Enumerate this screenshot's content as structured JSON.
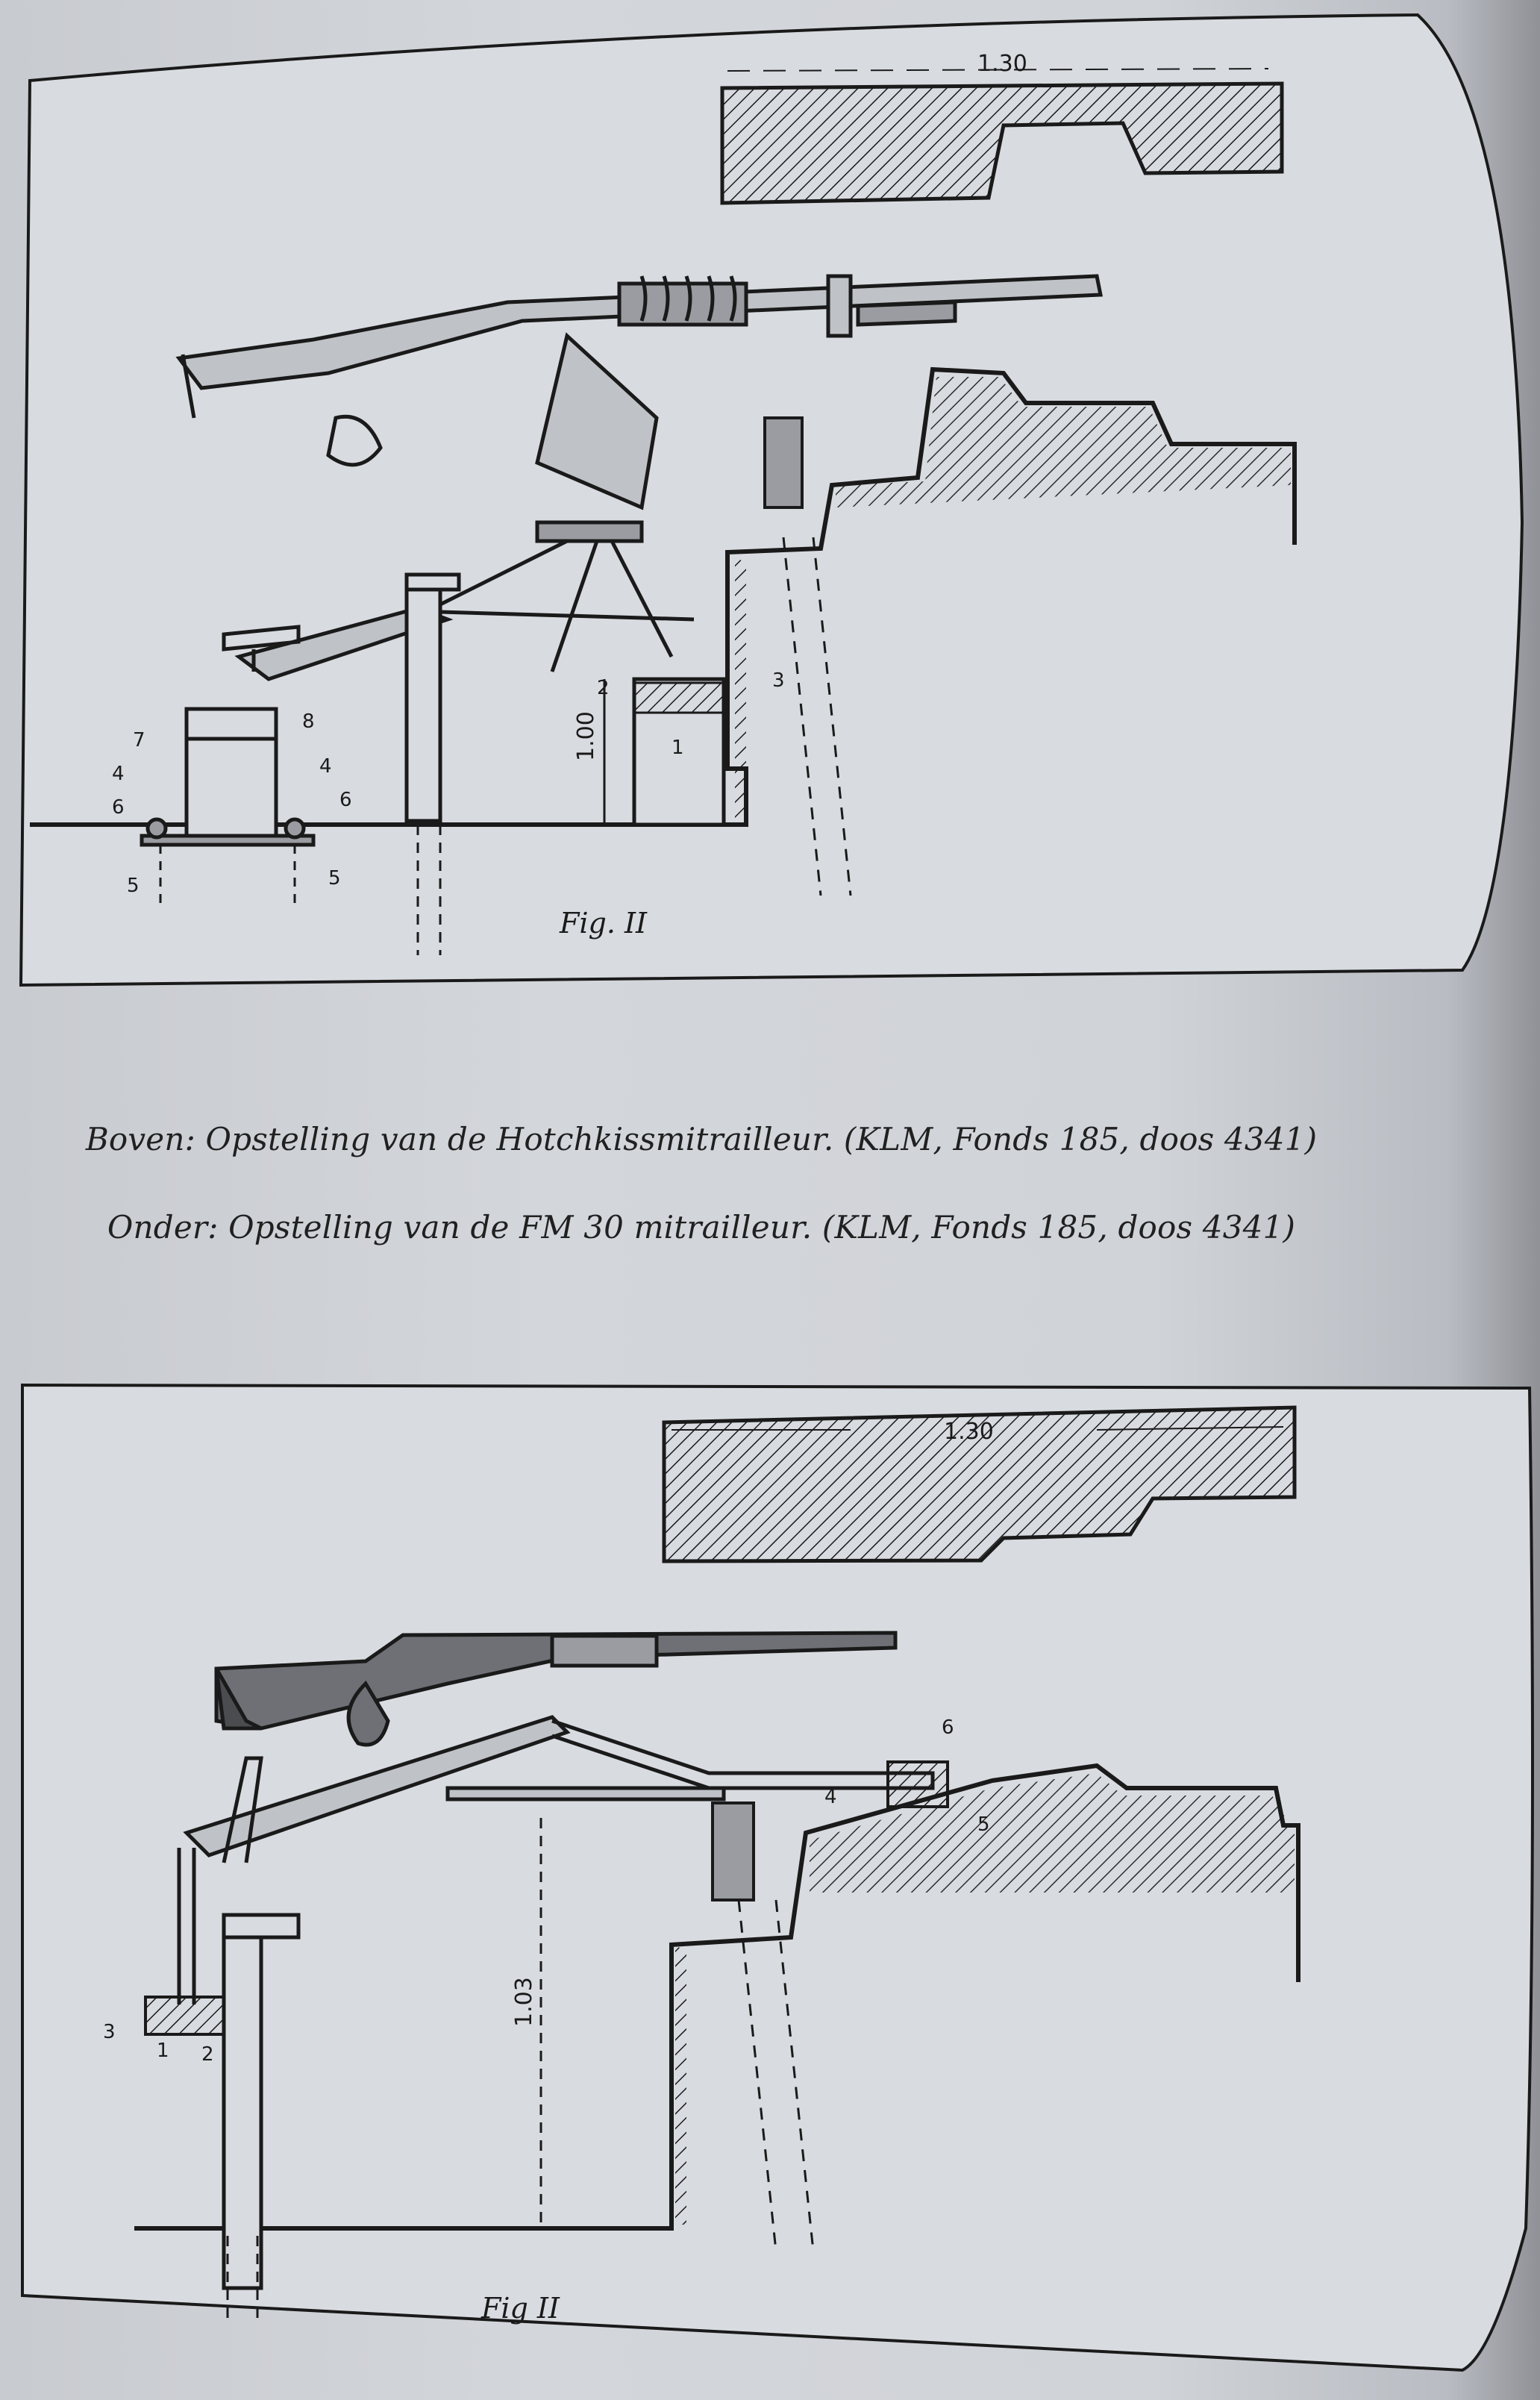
{
  "captions": {
    "top": "Boven: Opstelling van de Hotchkissmitrailleur. (KLM, Fonds 185, doos 4341)",
    "bottom": "Onder: Opstelling van de FM 30 mitrailleur. (KLM, Fonds 185, doos 4341)"
  },
  "figure_top": {
    "fig_label": "Fig. II",
    "dim_width": "1.30",
    "dim_height": "1.00",
    "parts": [
      "1",
      "2",
      "3",
      "4",
      "4",
      "5",
      "5",
      "6",
      "6",
      "7",
      "8"
    ]
  },
  "figure_bottom": {
    "fig_label": "Fig II",
    "dim_width": "1.30",
    "dim_height": "1.03",
    "parts": [
      "1",
      "2",
      "3",
      "4",
      "5",
      "6"
    ]
  },
  "colors": {
    "paper": "#d3d6db",
    "ink": "#1a1a1a"
  }
}
